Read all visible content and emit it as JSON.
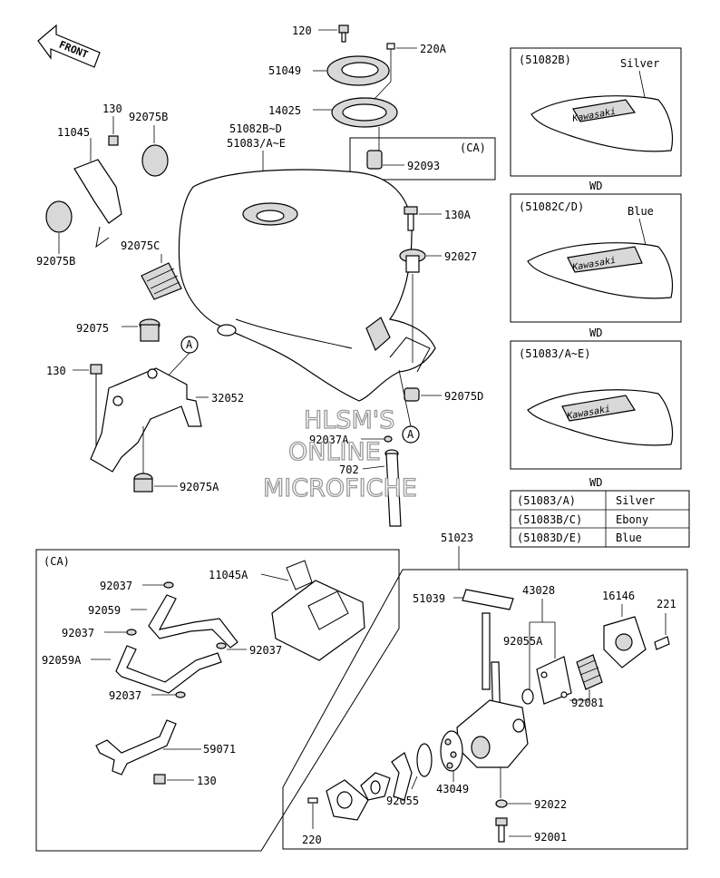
{
  "labels": {
    "front": "FRONT",
    "p120_top": "120",
    "p220A": "220A",
    "p51049": "51049",
    "p14025": "14025",
    "ca_top": "(CA)",
    "p92093": "92093",
    "p51082BD": "51082B~D",
    "p51083AE": "51083/A~E",
    "p130_left": "130",
    "p11045": "11045",
    "p92075B_top": "92075B",
    "p92075B_bot": "92075B",
    "p92075C": "92075C",
    "p130A": "130A",
    "p92027": "92027",
    "p92075": "92075",
    "callout_A1": "A",
    "p130_mid": "130",
    "p32052": "32052",
    "p92075D": "92075D",
    "p92037A": "92037A",
    "callout_A2": "A",
    "p702": "702",
    "p92075A": "92075A",
    "p51023": "51023",
    "ca_box": "(CA)",
    "p11045A": "11045A",
    "p92037_1": "92037",
    "p92059": "92059",
    "p92037_2": "92037",
    "p92037_3": "92037",
    "p92059A": "92059A",
    "p92037_4": "92037",
    "p59071": "59071",
    "p130_bot": "130",
    "p51039": "51039",
    "p43028": "43028",
    "p16146": "16146",
    "p221": "221",
    "p92055A": "92055A",
    "p92081": "92081",
    "p43049": "43049",
    "p92055": "92055",
    "p92022": "92022",
    "p220_bot": "220",
    "p92001": "92001"
  },
  "variants": [
    {
      "code": "(51082B)",
      "color": "Silver",
      "tag": "WD"
    },
    {
      "code": "(51082C/D)",
      "color": "Blue",
      "tag": "WD"
    },
    {
      "code": "(51083/A~E)",
      "color": "",
      "tag": "WD"
    }
  ],
  "brand_decal": "Kawasaki",
  "color_table": [
    {
      "code": "(51083/A)",
      "color": "Silver"
    },
    {
      "code": "(51083B/C)",
      "color": "Ebony"
    },
    {
      "code": "(51083D/E)",
      "color": "Blue"
    }
  ],
  "watermark": [
    "HLSM'S",
    "ONLINE",
    "MICROFICHE"
  ]
}
